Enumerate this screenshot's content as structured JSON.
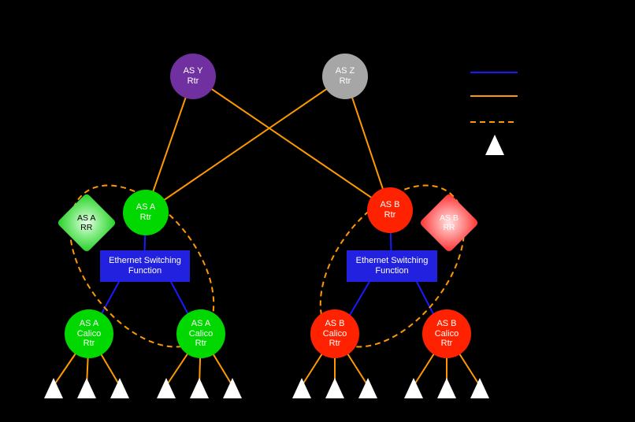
{
  "colors": {
    "ebgp_orange": "#ff9900",
    "ethernet_blue": "#1a1aff",
    "rr_dashed_orange": "#ff9900",
    "core_purple": "#7030a0",
    "core_gray": "#a6a6a6",
    "as_a_green": "#00d800",
    "as_b_red": "#ff2200",
    "esf_blue": "#2121df",
    "workload_white": "#ffffff"
  },
  "nodes": {
    "as_y_rtr": {
      "line1": "AS Y",
      "line2": "Rtr"
    },
    "as_z_rtr": {
      "line1": "AS Z",
      "line2": "Rtr"
    },
    "as_a_rtr": {
      "line1": "AS A",
      "line2": "Rtr"
    },
    "as_b_rtr": {
      "line1": "AS B",
      "line2": "Rtr"
    },
    "as_a_rr": {
      "line1": "AS A",
      "line2": "RR"
    },
    "as_b_rr": {
      "line1": "AS B",
      "line2": "RR"
    },
    "esf_left": {
      "line1": "Ethernet Switching",
      "line2": "Function"
    },
    "esf_right": {
      "line1": "Ethernet Switching",
      "line2": "Function"
    },
    "as_a_calico_1": {
      "line1": "AS A",
      "line2": "Calico",
      "line3": "Rtr"
    },
    "as_a_calico_2": {
      "line1": "AS A",
      "line2": "Calico",
      "line3": "Rtr"
    },
    "as_b_calico_1": {
      "line1": "AS B",
      "line2": "Calico",
      "line3": "Rtr"
    },
    "as_b_calico_2": {
      "line1": "AS B",
      "line2": "Calico",
      "line3": "Rtr"
    }
  },
  "edges": [
    {
      "from": "AS Y Rtr",
      "to": "AS A Rtr",
      "style": "solid-orange"
    },
    {
      "from": "AS Y Rtr",
      "to": "AS B Rtr",
      "style": "solid-orange"
    },
    {
      "from": "AS Z Rtr",
      "to": "AS A Rtr",
      "style": "solid-orange"
    },
    {
      "from": "AS Z Rtr",
      "to": "AS B Rtr",
      "style": "solid-orange"
    },
    {
      "from": "AS A Rtr",
      "to": "Ethernet Switching Function (left)",
      "style": "solid-blue"
    },
    {
      "from": "Ethernet Switching Function (left)",
      "to": "AS A Calico Rtr 1",
      "style": "solid-blue"
    },
    {
      "from": "Ethernet Switching Function (left)",
      "to": "AS A Calico Rtr 2",
      "style": "solid-blue"
    },
    {
      "from": "AS B Rtr",
      "to": "Ethernet Switching Function (right)",
      "style": "solid-blue"
    },
    {
      "from": "Ethernet Switching Function (right)",
      "to": "AS B Calico Rtr 1",
      "style": "solid-blue"
    },
    {
      "from": "Ethernet Switching Function (right)",
      "to": "AS B Calico Rtr 2",
      "style": "solid-blue"
    },
    {
      "loop": "AS A RR dashed loop",
      "through": [
        "AS A RR",
        "AS A Rtr",
        "AS A Calico Rtr 1",
        "AS A Calico Rtr 2"
      ],
      "style": "dashed-orange"
    },
    {
      "loop": "AS B RR dashed loop",
      "through": [
        "AS B RR",
        "AS B Rtr",
        "AS B Calico Rtr 1",
        "AS B Calico Rtr 2"
      ],
      "style": "dashed-orange"
    },
    {
      "from": "each Calico Rtr",
      "to": "3 workload triangles below it",
      "style": "solid-orange"
    }
  ],
  "workloads": {
    "symbol": "white-triangle",
    "per_calico_rtr": 3,
    "total": 12
  },
  "legend": {
    "items": [
      {
        "swatch": "solid-line",
        "color": "#1a1aff"
      },
      {
        "swatch": "solid-line",
        "color": "#ff9900"
      },
      {
        "swatch": "dashed-line",
        "color": "#ff9900"
      },
      {
        "swatch": "triangle",
        "color": "#ffffff"
      }
    ]
  }
}
